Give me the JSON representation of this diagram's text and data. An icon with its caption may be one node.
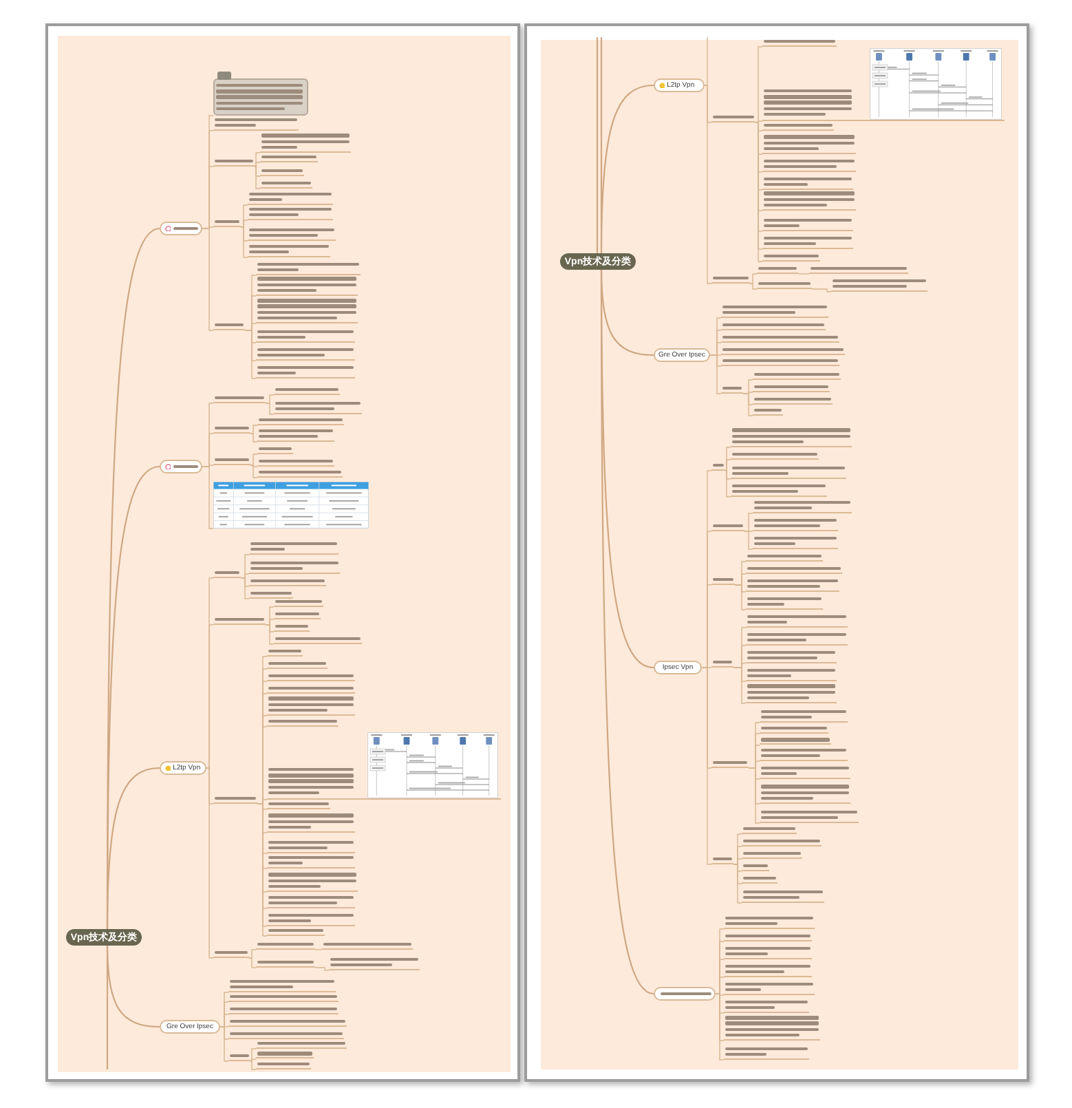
{
  "diagram": {
    "nodes": [
      {
        "text": [
          "Vpn技术及分类"
        ]
      },
      {
        "text": [],
        "shape": "box"
      },
      {
        "text": [],
        "shape": "box"
      },
      {
        "text": [],
        "shape": "box"
      },
      {
        "text": [],
        "shape": "box"
      },
      {
        "text": [],
        "shape": "box"
      },
      {
        "text": [],
        "shape": "box"
      },
      {
        "text": [],
        "shape": "box"
      },
      {
        "text": [],
        "shape": "box"
      },
      {
        "text": [],
        "shape": "box"
      },
      {
        "text": [],
        "shape": "box"
      },
      {
        "text": [],
        "shape": "box"
      },
      {
        "text": [],
        "shape": "box"
      },
      {
        "text": [],
        "shape": "box"
      },
      {
        "text": [],
        "shape": "box"
      },
      {
        "text": [],
        "shape": "box"
      },
      {
        "text": [],
        "shape": "box"
      },
      {
        "text": [],
        "shape": "box"
      },
      {
        "text": [],
        "shape": "box"
      },
      {
        "text": [],
        "shape": "box"
      },
      {
        "text": [],
        "shape": "box"
      },
      {
        "text": [],
        "shape": "box"
      },
      {
        "text": [],
        "shape": "box"
      },
      {
        "text": [],
        "shape": "box"
      },
      {
        "text": [],
        "shape": "box"
      },
      {
        "text": [],
        "shape": "box"
      },
      {
        "text": [],
        "shape": "box"
      },
      {
        "text": [],
        "shape": "box"
      },
      {
        "text": [],
        "shape": "box"
      },
      {
        "text": [],
        "shape": "box"
      },
      {
        "text": [],
        "shape": "box"
      },
      {
        "text": [],
        "shape": "box"
      },
      {
        "text": [],
        "shape": "picture"
      },
      {
        "text": [
          "L2tp Vpn"
        ]
      },
      {
        "text": [],
        "shape": "box"
      },
      {
        "text": [],
        "shape": "box"
      },
      {
        "text": [],
        "shape": "box"
      },
      {
        "text": [],
        "shape": "box"
      },
      {
        "text": [],
        "shape": "box"
      },
      {
        "text": [],
        "shape": "box"
      },
      {
        "text": [],
        "shape": "box"
      },
      {
        "text": [],
        "shape": "box"
      },
      {
        "text": [],
        "shape": "box"
      },
      {
        "text": [],
        "shape": "box"
      },
      {
        "text": [],
        "shape": "box"
      },
      {
        "text": [],
        "shape": "box"
      },
      {
        "text": [],
        "shape": "box"
      },
      {
        "text": [],
        "shape": "box"
      },
      {
        "text": [],
        "shape": "box"
      },
      {
        "text": [],
        "shape": "box"
      },
      {
        "text": [],
        "shape": "box"
      },
      {
        "text": [],
        "shape": "picture"
      },
      {
        "text": [],
        "shape": "box"
      },
      {
        "text": [],
        "shape": "box"
      },
      {
        "text": [],
        "shape": "box"
      },
      {
        "text": [],
        "shape": "box"
      },
      {
        "text": [],
        "shape": "box"
      },
      {
        "text": [],
        "shape": "box"
      },
      {
        "text": [],
        "shape": "box"
      },
      {
        "text": [],
        "shape": "box"
      },
      {
        "text": [],
        "shape": "box"
      },
      {
        "text": [],
        "shape": "box"
      },
      {
        "text": [],
        "shape": "box"
      },
      {
        "text": [],
        "shape": "box"
      },
      {
        "text": [],
        "shape": "box"
      },
      {
        "text": [
          "Gre Over Ipsec"
        ]
      },
      {
        "text": [],
        "shape": "box"
      },
      {
        "text": [],
        "shape": "box"
      },
      {
        "text": [],
        "shape": "box"
      },
      {
        "text": [],
        "shape": "box"
      },
      {
        "text": [],
        "shape": "box"
      },
      {
        "text": [],
        "shape": "box"
      },
      {
        "text": [],
        "shape": "box"
      },
      {
        "text": [],
        "shape": "box"
      },
      {
        "text": [],
        "shape": "box"
      },
      {
        "text": [
          "Vpn技术及分类"
        ]
      },
      {
        "text": [
          "L2tp Vpn"
        ]
      },
      {
        "text": [],
        "shape": "box"
      },
      {
        "text": [],
        "shape": "box"
      },
      {
        "text": [],
        "shape": "picture"
      },
      {
        "text": [],
        "shape": "box"
      },
      {
        "text": [],
        "shape": "box"
      },
      {
        "text": [],
        "shape": "box"
      },
      {
        "text": [],
        "shape": "box"
      },
      {
        "text": [],
        "shape": "box"
      },
      {
        "text": [],
        "shape": "box"
      },
      {
        "text": [],
        "shape": "box"
      },
      {
        "text": [],
        "shape": "box"
      },
      {
        "text": [],
        "shape": "box"
      },
      {
        "text": [],
        "shape": "box"
      },
      {
        "text": [],
        "shape": "box"
      },
      {
        "text": [],
        "shape": "box"
      },
      {
        "text": [],
        "shape": "box"
      },
      {
        "text": [
          "Gre Over Ipsec"
        ]
      },
      {
        "text": [],
        "shape": "box"
      },
      {
        "text": [],
        "shape": "box"
      },
      {
        "text": [],
        "shape": "box"
      },
      {
        "text": [],
        "shape": "box"
      },
      {
        "text": [],
        "shape": "box"
      },
      {
        "text": [],
        "shape": "box"
      },
      {
        "text": [],
        "shape": "box"
      },
      {
        "text": [],
        "shape": "box"
      },
      {
        "text": [],
        "shape": "box"
      },
      {
        "text": [],
        "shape": "box"
      },
      {
        "text": [
          "Ipsec Vpn"
        ]
      },
      {
        "text": [],
        "shape": "box"
      },
      {
        "text": [],
        "shape": "box"
      },
      {
        "text": [],
        "shape": "box"
      },
      {
        "text": [],
        "shape": "box"
      },
      {
        "text": [],
        "shape": "box"
      },
      {
        "text": [],
        "shape": "box"
      },
      {
        "text": [],
        "shape": "box"
      },
      {
        "text": [],
        "shape": "box"
      },
      {
        "text": [],
        "shape": "box"
      },
      {
        "text": [],
        "shape": "box"
      },
      {
        "text": [],
        "shape": "box"
      },
      {
        "text": [],
        "shape": "box"
      },
      {
        "text": [],
        "shape": "box"
      },
      {
        "text": [],
        "shape": "box"
      },
      {
        "text": [],
        "shape": "box"
      },
      {
        "text": [],
        "shape": "box"
      },
      {
        "text": [],
        "shape": "box"
      },
      {
        "text": [],
        "shape": "box"
      },
      {
        "text": [],
        "shape": "box"
      },
      {
        "text": [],
        "shape": "box"
      },
      {
        "text": [],
        "shape": "box"
      },
      {
        "text": [],
        "shape": "box"
      },
      {
        "text": [],
        "shape": "box"
      },
      {
        "text": [],
        "shape": "box"
      },
      {
        "text": [],
        "shape": "box"
      },
      {
        "text": [],
        "shape": "box"
      },
      {
        "text": [],
        "shape": "box"
      },
      {
        "text": [],
        "shape": "box"
      },
      {
        "text": [],
        "shape": "box"
      },
      {
        "text": [],
        "shape": "box"
      },
      {
        "text": [],
        "shape": "box"
      },
      {
        "text": [],
        "shape": "box"
      },
      {
        "text": [],
        "shape": "box"
      },
      {
        "text": [],
        "shape": "box"
      },
      {
        "text": [],
        "shape": "box"
      },
      {
        "text": [],
        "shape": "box"
      },
      {
        "text": [],
        "shape": "box"
      },
      {
        "text": [],
        "shape": "box"
      },
      {
        "text": [],
        "shape": "box"
      },
      {
        "text": [],
        "shape": "box"
      },
      {
        "text": [],
        "shape": "box"
      },
      {
        "text": [],
        "shape": "box"
      },
      {
        "text": [],
        "shape": "box"
      },
      {
        "text": [],
        "shape": "box"
      }
    ],
    "edges": [
      {
        "from": 0,
        "to": 1,
        "arrow": "none"
      },
      {
        "from": 1,
        "to": 2,
        "arrow": "none"
      },
      {
        "from": 1,
        "to": 3,
        "arrow": "none"
      },
      {
        "from": 1,
        "to": 4,
        "arrow": "none"
      },
      {
        "from": 4,
        "to": 5,
        "arrow": "none"
      },
      {
        "from": 4,
        "to": 6,
        "arrow": "none"
      },
      {
        "from": 4,
        "to": 7,
        "arrow": "none"
      },
      {
        "from": 4,
        "to": 8,
        "arrow": "none"
      },
      {
        "from": 1,
        "to": 9,
        "arrow": "none"
      },
      {
        "from": 9,
        "to": 10,
        "arrow": "none"
      },
      {
        "from": 9,
        "to": 11,
        "arrow": "none"
      },
      {
        "from": 9,
        "to": 12,
        "arrow": "none"
      },
      {
        "from": 9,
        "to": 13,
        "arrow": "none"
      },
      {
        "from": 1,
        "to": 14,
        "arrow": "none"
      },
      {
        "from": 14,
        "to": 15,
        "arrow": "none"
      },
      {
        "from": 14,
        "to": 16,
        "arrow": "none"
      },
      {
        "from": 14,
        "to": 17,
        "arrow": "none"
      },
      {
        "from": 14,
        "to": 18,
        "arrow": "none"
      },
      {
        "from": 14,
        "to": 19,
        "arrow": "none"
      },
      {
        "from": 14,
        "to": 20,
        "arrow": "none"
      },
      {
        "from": 0,
        "to": 21,
        "arrow": "none"
      },
      {
        "from": 21,
        "to": 22,
        "arrow": "none"
      },
      {
        "from": 22,
        "to": 23,
        "arrow": "none"
      },
      {
        "from": 22,
        "to": 24,
        "arrow": "none"
      },
      {
        "from": 21,
        "to": 25,
        "arrow": "none"
      },
      {
        "from": 25,
        "to": 26,
        "arrow": "none"
      },
      {
        "from": 25,
        "to": 27,
        "arrow": "none"
      },
      {
        "from": 21,
        "to": 28,
        "arrow": "none"
      },
      {
        "from": 28,
        "to": 29,
        "arrow": "none"
      },
      {
        "from": 28,
        "to": 30,
        "arrow": "none"
      },
      {
        "from": 28,
        "to": 31,
        "arrow": "none"
      },
      {
        "from": 21,
        "to": 32,
        "arrow": "none"
      },
      {
        "from": 0,
        "to": 33,
        "arrow": "none"
      },
      {
        "from": 33,
        "to": 34,
        "arrow": "none"
      },
      {
        "from": 34,
        "to": 35,
        "arrow": "none"
      },
      {
        "from": 34,
        "to": 36,
        "arrow": "none"
      },
      {
        "from": 34,
        "to": 37,
        "arrow": "none"
      },
      {
        "from": 34,
        "to": 38,
        "arrow": "none"
      },
      {
        "from": 33,
        "to": 39,
        "arrow": "none"
      },
      {
        "from": 39,
        "to": 40,
        "arrow": "none"
      },
      {
        "from": 39,
        "to": 41,
        "arrow": "none"
      },
      {
        "from": 39,
        "to": 42,
        "arrow": "none"
      },
      {
        "from": 39,
        "to": 43,
        "arrow": "none"
      },
      {
        "from": 33,
        "to": 44,
        "arrow": "none"
      },
      {
        "from": 44,
        "to": 45,
        "arrow": "none"
      },
      {
        "from": 44,
        "to": 46,
        "arrow": "none"
      },
      {
        "from": 44,
        "to": 47,
        "arrow": "none"
      },
      {
        "from": 44,
        "to": 48,
        "arrow": "none"
      },
      {
        "from": 44,
        "to": 49,
        "arrow": "none"
      },
      {
        "from": 44,
        "to": 50,
        "arrow": "none"
      },
      {
        "from": 44,
        "to": 51,
        "arrow": "none"
      },
      {
        "from": 44,
        "to": 52,
        "arrow": "none"
      },
      {
        "from": 44,
        "to": 53,
        "arrow": "none"
      },
      {
        "from": 44,
        "to": 54,
        "arrow": "none"
      },
      {
        "from": 44,
        "to": 55,
        "arrow": "none"
      },
      {
        "from": 44,
        "to": 56,
        "arrow": "none"
      },
      {
        "from": 44,
        "to": 57,
        "arrow": "none"
      },
      {
        "from": 44,
        "to": 58,
        "arrow": "none"
      },
      {
        "from": 44,
        "to": 59,
        "arrow": "none"
      },
      {
        "from": 33,
        "to": 60,
        "arrow": "none"
      },
      {
        "from": 60,
        "to": 61,
        "arrow": "none"
      },
      {
        "from": 61,
        "to": 62,
        "arrow": "none"
      },
      {
        "from": 60,
        "to": 63,
        "arrow": "none"
      },
      {
        "from": 63,
        "to": 64,
        "arrow": "none"
      },
      {
        "from": 0,
        "to": 65,
        "arrow": "none"
      },
      {
        "from": 65,
        "to": 66,
        "arrow": "none"
      },
      {
        "from": 65,
        "to": 67,
        "arrow": "none"
      },
      {
        "from": 65,
        "to": 68,
        "arrow": "none"
      },
      {
        "from": 65,
        "to": 69,
        "arrow": "none"
      },
      {
        "from": 65,
        "to": 70,
        "arrow": "none"
      },
      {
        "from": 65,
        "to": 71,
        "arrow": "none"
      },
      {
        "from": 71,
        "to": 72,
        "arrow": "none"
      },
      {
        "from": 71,
        "to": 73,
        "arrow": "none"
      },
      {
        "from": 71,
        "to": 74,
        "arrow": "none"
      },
      {
        "from": 75,
        "to": 76,
        "arrow": "none"
      },
      {
        "from": 76,
        "to": 77,
        "arrow": "none"
      },
      {
        "from": 77,
        "to": 78,
        "arrow": "none"
      },
      {
        "from": 77,
        "to": 79,
        "arrow": "none"
      },
      {
        "from": 77,
        "to": 80,
        "arrow": "none"
      },
      {
        "from": 77,
        "to": 81,
        "arrow": "none"
      },
      {
        "from": 77,
        "to": 82,
        "arrow": "none"
      },
      {
        "from": 77,
        "to": 83,
        "arrow": "none"
      },
      {
        "from": 77,
        "to": 84,
        "arrow": "none"
      },
      {
        "from": 77,
        "to": 85,
        "arrow": "none"
      },
      {
        "from": 77,
        "to": 86,
        "arrow": "none"
      },
      {
        "from": 77,
        "to": 87,
        "arrow": "none"
      },
      {
        "from": 76,
        "to": 88,
        "arrow": "none"
      },
      {
        "from": 88,
        "to": 89,
        "arrow": "none"
      },
      {
        "from": 89,
        "to": 90,
        "arrow": "none"
      },
      {
        "from": 88,
        "to": 91,
        "arrow": "none"
      },
      {
        "from": 91,
        "to": 92,
        "arrow": "none"
      },
      {
        "from": 75,
        "to": 93,
        "arrow": "none"
      },
      {
        "from": 93,
        "to": 94,
        "arrow": "none"
      },
      {
        "from": 93,
        "to": 95,
        "arrow": "none"
      },
      {
        "from": 93,
        "to": 96,
        "arrow": "none"
      },
      {
        "from": 93,
        "to": 97,
        "arrow": "none"
      },
      {
        "from": 93,
        "to": 98,
        "arrow": "none"
      },
      {
        "from": 93,
        "to": 99,
        "arrow": "none"
      },
      {
        "from": 99,
        "to": 100,
        "arrow": "none"
      },
      {
        "from": 99,
        "to": 101,
        "arrow": "none"
      },
      {
        "from": 99,
        "to": 102,
        "arrow": "none"
      },
      {
        "from": 99,
        "to": 103,
        "arrow": "none"
      },
      {
        "from": 75,
        "to": 104,
        "arrow": "none"
      },
      {
        "from": 104,
        "to": 105,
        "arrow": "none"
      },
      {
        "from": 105,
        "to": 106,
        "arrow": "none"
      },
      {
        "from": 105,
        "to": 107,
        "arrow": "none"
      },
      {
        "from": 105,
        "to": 108,
        "arrow": "none"
      },
      {
        "from": 105,
        "to": 109,
        "arrow": "none"
      },
      {
        "from": 104,
        "to": 110,
        "arrow": "none"
      },
      {
        "from": 110,
        "to": 111,
        "arrow": "none"
      },
      {
        "from": 110,
        "to": 112,
        "arrow": "none"
      },
      {
        "from": 110,
        "to": 113,
        "arrow": "none"
      },
      {
        "from": 104,
        "to": 114,
        "arrow": "none"
      },
      {
        "from": 114,
        "to": 115,
        "arrow": "none"
      },
      {
        "from": 114,
        "to": 116,
        "arrow": "none"
      },
      {
        "from": 114,
        "to": 117,
        "arrow": "none"
      },
      {
        "from": 114,
        "to": 118,
        "arrow": "none"
      },
      {
        "from": 104,
        "to": 119,
        "arrow": "none"
      },
      {
        "from": 119,
        "to": 120,
        "arrow": "none"
      },
      {
        "from": 119,
        "to": 121,
        "arrow": "none"
      },
      {
        "from": 119,
        "to": 122,
        "arrow": "none"
      },
      {
        "from": 119,
        "to": 123,
        "arrow": "none"
      },
      {
        "from": 119,
        "to": 124,
        "arrow": "none"
      },
      {
        "from": 104,
        "to": 125,
        "arrow": "none"
      },
      {
        "from": 125,
        "to": 126,
        "arrow": "none"
      },
      {
        "from": 125,
        "to": 127,
        "arrow": "none"
      },
      {
        "from": 125,
        "to": 128,
        "arrow": "none"
      },
      {
        "from": 125,
        "to": 129,
        "arrow": "none"
      },
      {
        "from": 125,
        "to": 130,
        "arrow": "none"
      },
      {
        "from": 125,
        "to": 131,
        "arrow": "none"
      },
      {
        "from": 125,
        "to": 132,
        "arrow": "none"
      },
      {
        "from": 104,
        "to": 133,
        "arrow": "none"
      },
      {
        "from": 133,
        "to": 134,
        "arrow": "none"
      },
      {
        "from": 133,
        "to": 135,
        "arrow": "none"
      },
      {
        "from": 133,
        "to": 136,
        "arrow": "none"
      },
      {
        "from": 133,
        "to": 137,
        "arrow": "none"
      },
      {
        "from": 133,
        "to": 138,
        "arrow": "none"
      },
      {
        "from": 133,
        "to": 139,
        "arrow": "none"
      },
      {
        "from": 75,
        "to": 140,
        "arrow": "none"
      },
      {
        "from": 140,
        "to": 141,
        "arrow": "none"
      },
      {
        "from": 140,
        "to": 142,
        "arrow": "none"
      },
      {
        "from": 140,
        "to": 143,
        "arrow": "none"
      },
      {
        "from": 140,
        "to": 144,
        "arrow": "none"
      },
      {
        "from": 140,
        "to": 145,
        "arrow": "none"
      },
      {
        "from": 140,
        "to": 146,
        "arrow": "none"
      },
      {
        "from": 140,
        "to": 147,
        "arrow": "none"
      },
      {
        "from": 140,
        "to": 148,
        "arrow": "none"
      },
      {
        "from": 0,
        "to": null,
        "arrow": "none"
      },
      {
        "from": 75,
        "to": null,
        "arrow": "none"
      },
      {
        "from": 75,
        "to": null,
        "arrow": "none"
      },
      {
        "from": 76,
        "to": null,
        "arrow": "none"
      }
    ]
  }
}
